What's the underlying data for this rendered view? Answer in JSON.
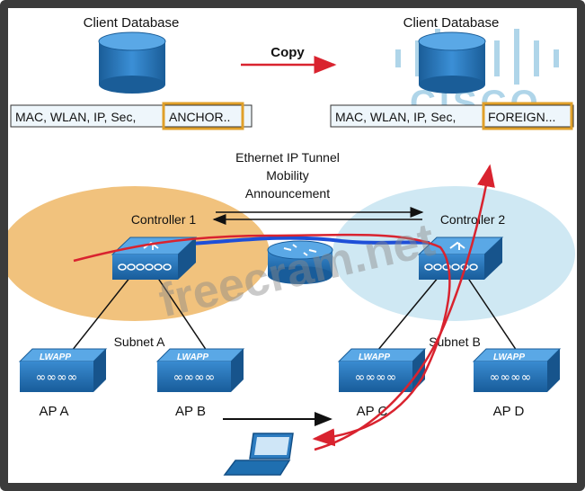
{
  "client_db_left": {
    "title": "Client Database",
    "record": "MAC, WLAN, IP, Sec,",
    "tag": "ANCHOR.."
  },
  "client_db_right": {
    "title": "Client Database",
    "record": "MAC, WLAN, IP, Sec,",
    "tag": "FOREIGN..."
  },
  "copy_label": "Copy",
  "tunnel_label": [
    "Ethernet IP Tunnel",
    "Mobility",
    "Announcement"
  ],
  "controller1": "Controller 1",
  "controller2": "Controller 2",
  "subnet_a": "Subnet A",
  "subnet_b": "Subnet B",
  "ap_badge": "LWAPP",
  "aps": [
    "AP A",
    "AP B",
    "AP C",
    "AP D"
  ],
  "watermark": "freecram.net",
  "logo": "CISCO",
  "colors": {
    "orange_zone": "#f1c27d",
    "blue_zone": "#cfe8f3",
    "device_blue": "#1f6fb0",
    "red_path": "#d9232f",
    "blue_path": "#1e4fd8",
    "tag_border": "#e0a02a"
  }
}
